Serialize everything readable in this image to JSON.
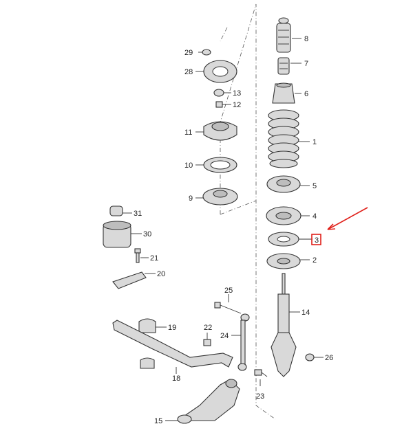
{
  "colors": {
    "highlight": "#e0201a",
    "part_fill": "#d9d9d9",
    "line": "#333333"
  },
  "callouts": {
    "c1": "1",
    "c2": "2",
    "c3": "3",
    "c4": "4",
    "c5": "5",
    "c6": "6",
    "c7": "7",
    "c8": "8",
    "c9": "9",
    "c10": "10",
    "c11": "11",
    "c12": "12",
    "c13": "13",
    "c14": "14",
    "c15": "15",
    "c18": "18",
    "c19": "19",
    "c20": "20",
    "c21": "21",
    "c22": "22",
    "c23": "23",
    "c24": "24",
    "c25": "25",
    "c26": "26",
    "c28": "28",
    "c29": "29",
    "c30": "30",
    "c31": "31"
  },
  "highlight": {
    "callout": "3",
    "arrow_icon": "red-arrow-icon"
  }
}
